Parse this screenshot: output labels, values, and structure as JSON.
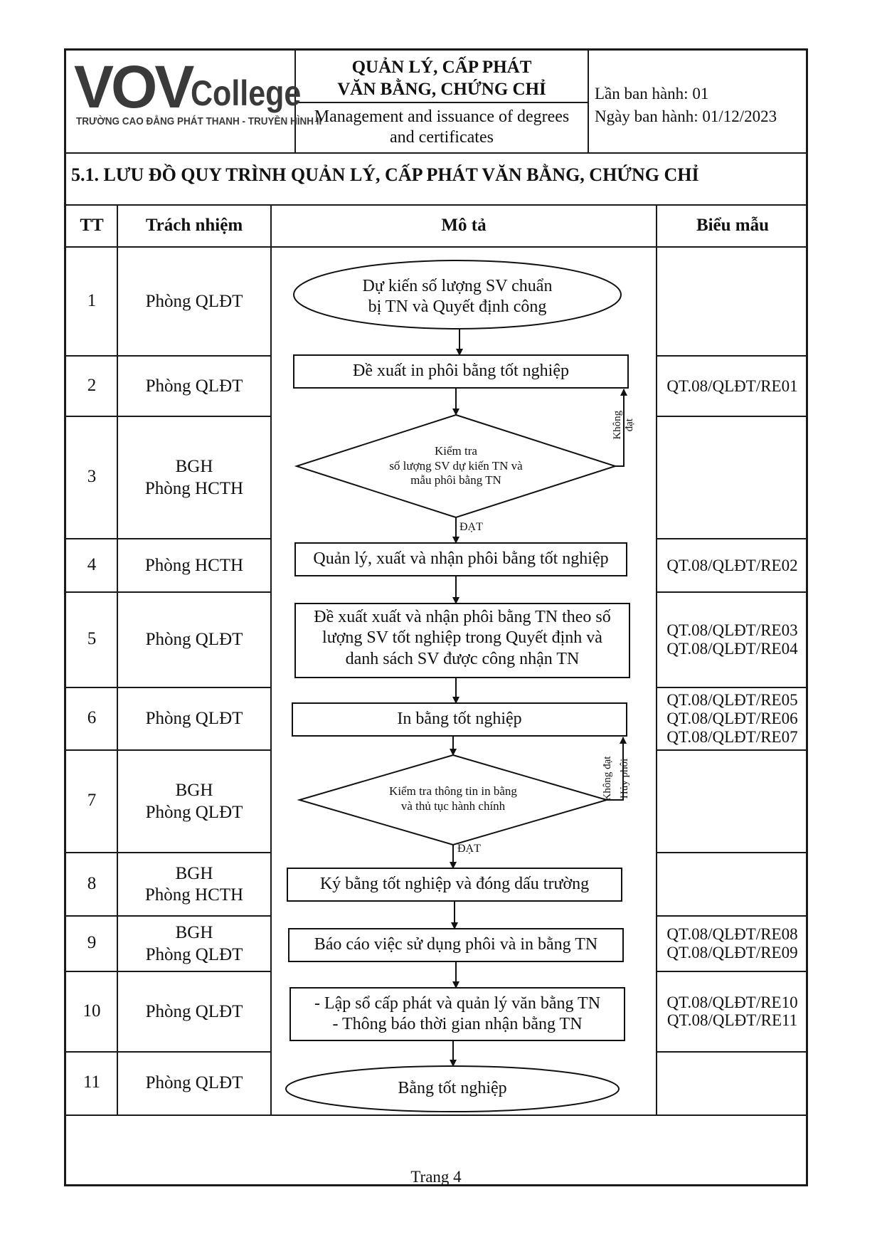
{
  "header": {
    "logo_main": "VOV",
    "logo_college": "College",
    "logo_subtitle": "TRƯỜNG CAO ĐẲNG PHÁT THANH - TRUYỀN HÌNH II",
    "title_vi_line1": "QUẢN LÝ, CẤP PHÁT",
    "title_vi_line2": "VĂN BẰNG, CHỨNG CHỈ",
    "title_en_line1": "Management and issuance of degrees",
    "title_en_line2": "and certificates",
    "edition": "Lần ban hành: 01",
    "issue_date": "Ngày ban hành: 01/12/2023"
  },
  "section_title": "5.1. LƯU ĐỒ QUY TRÌNH QUẢN LÝ, CẤP PHÁT VĂN BẰNG, CHỨNG CHỈ",
  "table": {
    "headers": {
      "tt": "TT",
      "responsibility": "Trách nhiệm",
      "description": "Mô tả",
      "forms": "Biểu mẫu"
    },
    "rows": [
      {
        "tt": "1",
        "resp": [
          "Phòng QLĐT"
        ],
        "forms": []
      },
      {
        "tt": "2",
        "resp": [
          "Phòng QLĐT"
        ],
        "forms": [
          "QT.08/QLĐT/RE01"
        ]
      },
      {
        "tt": "3",
        "resp": [
          "BGH",
          "Phòng HCTH"
        ],
        "forms": []
      },
      {
        "tt": "4",
        "resp": [
          "Phòng HCTH"
        ],
        "forms": [
          "QT.08/QLĐT/RE02"
        ]
      },
      {
        "tt": "5",
        "resp": [
          "Phòng QLĐT"
        ],
        "forms": [
          "QT.08/QLĐT/RE03",
          "QT.08/QLĐT/RE04"
        ]
      },
      {
        "tt": "6",
        "resp": [
          "Phòng QLĐT"
        ],
        "forms": [
          "QT.08/QLĐT/RE05",
          "QT.08/QLĐT/RE06",
          "QT.08/QLĐT/RE07"
        ]
      },
      {
        "tt": "7",
        "resp": [
          "BGH",
          "Phòng QLĐT"
        ],
        "forms": []
      },
      {
        "tt": "8",
        "resp": [
          "BGH",
          "Phòng HCTH"
        ],
        "forms": []
      },
      {
        "tt": "9",
        "resp": [
          "BGH",
          "Phòng QLĐT"
        ],
        "forms": [
          "QT.08/QLĐT/RE08",
          "QT.08/QLĐT/RE09"
        ]
      },
      {
        "tt": "10",
        "resp": [
          "Phòng QLĐT"
        ],
        "forms": [
          "QT.08/QLĐT/RE10",
          "QT.08/QLĐT/RE11"
        ]
      },
      {
        "tt": "11",
        "resp": [
          "Phòng QLĐT"
        ],
        "forms": []
      }
    ]
  },
  "flow": {
    "start": [
      "Dự kiến số lượng SV chuẩn",
      "bị TN và Quyết định công"
    ],
    "step2": "Đề xuất in phôi bằng tốt nghiệp",
    "check1": [
      "Kiểm tra",
      "số lượng SV dự kiến TN và",
      "mẫu phôi bằng TN"
    ],
    "check1_fail": [
      "Không",
      "đạt"
    ],
    "check1_pass": "ĐẠT",
    "step4": "Quản lý, xuất và nhận phôi bằng tốt nghiệp",
    "step5": [
      "Đề xuất xuất và nhận phôi bằng TN theo số",
      "lượng SV tốt nghiệp trong Quyết định và",
      "danh sách SV được công nhận TN"
    ],
    "step6": "In bằng tốt nghiệp",
    "check2": [
      "Kiểm tra thông tin in bằng",
      "và thủ tục hành chính"
    ],
    "check2_fail": [
      "Không đạt",
      "Hủy phôi"
    ],
    "check2_pass": "ĐẠT",
    "step8": "Ký bằng tốt nghiệp và đóng dấu trường",
    "step9": "Báo cáo việc sử dụng phôi và in bằng TN",
    "step10": [
      "- Lập sổ cấp phát và quản lý văn bằng TN",
      "- Thông báo thời gian nhận bằng TN"
    ],
    "end": "Bằng tốt nghiệp"
  },
  "footer": {
    "page": "Trang 4"
  }
}
